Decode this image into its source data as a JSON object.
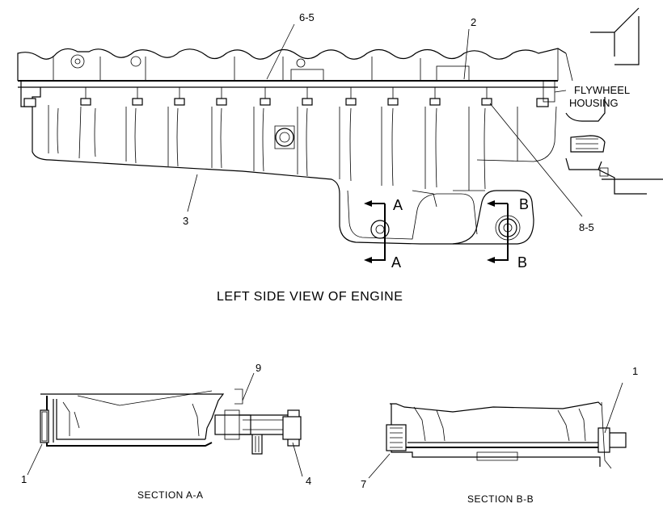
{
  "labels": {
    "callout_6_5": "6-5",
    "callout_2": "2",
    "callout_3": "3",
    "callout_8_5": "8-5",
    "flywheel_line1": "FLYWHEEL",
    "flywheel_line2": "HOUSING",
    "sec_a_top": "A",
    "sec_a_bot": "A",
    "sec_b_top": "B",
    "sec_b_bot": "B",
    "view_caption": "LEFT SIDE VIEW OF ENGINE",
    "callout_9": "9",
    "callout_1_left": "1",
    "callout_4": "4",
    "section_aa": "SECTION  A-A",
    "callout_1_right": "1",
    "callout_7": "7",
    "section_bb": "SECTION  B-B"
  }
}
